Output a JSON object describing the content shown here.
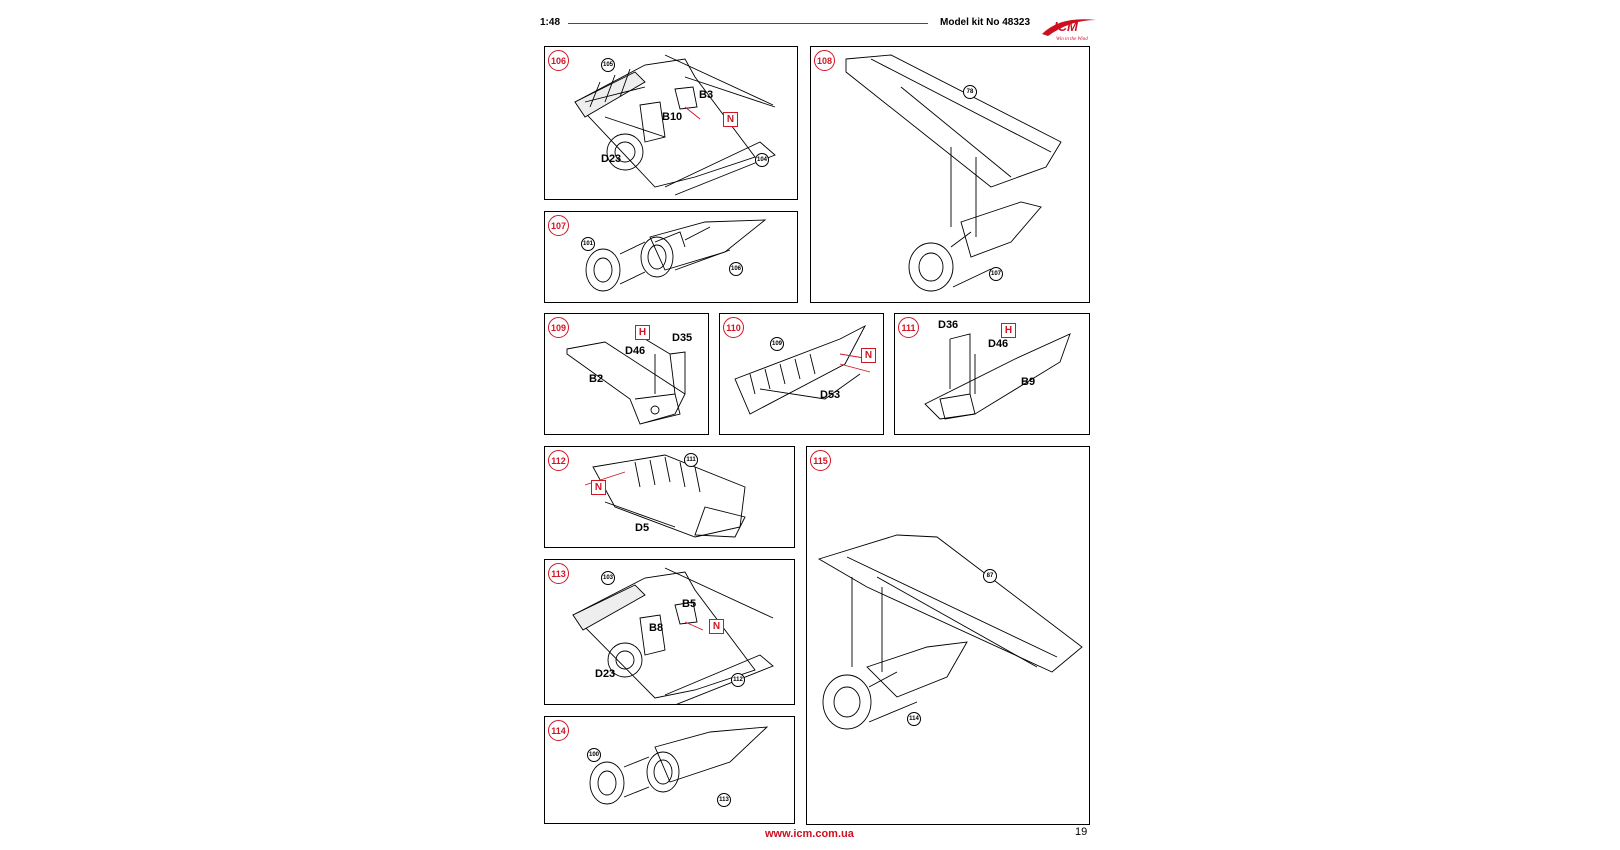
{
  "header": {
    "scale": "1:48",
    "kit": "Model kit No 48323",
    "logo": "ICM",
    "logo_tagline": "Win in the Wind"
  },
  "footer": {
    "url": "www.icm.com.ua",
    "page": "19"
  },
  "colors": {
    "accent": "#d01525"
  },
  "panels": {
    "p106": {
      "step": "106",
      "refs": [
        "105",
        "104"
      ],
      "parts": [
        "B3",
        "B10",
        "D23"
      ],
      "tags": [
        "N"
      ]
    },
    "p107": {
      "step": "107",
      "refs": [
        "101",
        "106"
      ]
    },
    "p108": {
      "step": "108",
      "refs": [
        "78",
        "107"
      ]
    },
    "p109": {
      "step": "109",
      "parts": [
        "D35",
        "D46",
        "B2"
      ],
      "tags": [
        "H"
      ]
    },
    "p110": {
      "step": "110",
      "refs": [
        "109"
      ],
      "parts": [
        "D53"
      ],
      "tags": [
        "N"
      ]
    },
    "p111": {
      "step": "111",
      "parts": [
        "D36",
        "D46",
        "B9"
      ],
      "tags": [
        "H"
      ]
    },
    "p112": {
      "step": "112",
      "refs": [
        "111"
      ],
      "parts": [
        "D5"
      ],
      "tags": [
        "N"
      ]
    },
    "p113": {
      "step": "113",
      "refs": [
        "103",
        "112"
      ],
      "parts": [
        "B5",
        "B8",
        "D23"
      ],
      "tags": [
        "N"
      ]
    },
    "p114": {
      "step": "114",
      "refs": [
        "100",
        "113"
      ]
    },
    "p115": {
      "step": "115",
      "refs": [
        "87",
        "114"
      ]
    }
  }
}
